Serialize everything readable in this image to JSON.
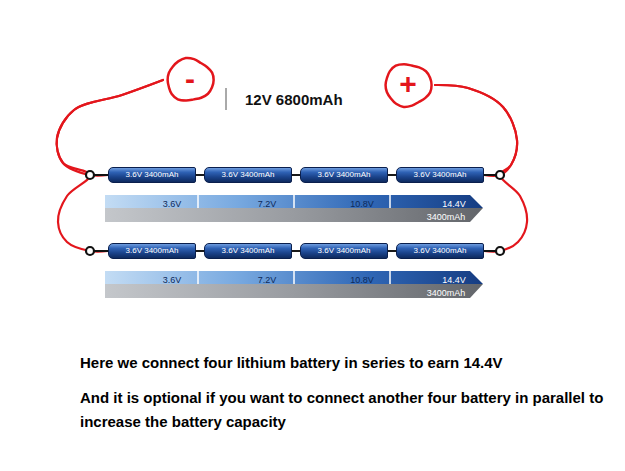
{
  "diagram": {
    "title": "12V 6800mAh",
    "nodes": [
      {
        "text": [
          "-"
        ]
      },
      {
        "text": [
          "+"
        ]
      },
      {
        "text": [
          "3.6V 3400mAh"
        ]
      },
      {
        "text": [
          "3.6V 3400mAh"
        ]
      },
      {
        "text": [
          "3.6V 3400mAh"
        ]
      },
      {
        "text": [
          "3.6V 3400mAh"
        ]
      },
      {
        "text": [
          "3.6V 3400mAh"
        ]
      },
      {
        "text": [
          "3.6V 3400mAh"
        ]
      },
      {
        "text": [
          "3.6V 3400mAh"
        ]
      },
      {
        "text": [
          "3.6V 3400mAh"
        ]
      }
    ],
    "edges": [
      {
        "from": 2,
        "to": 3,
        "arrow": "none"
      },
      {
        "from": 3,
        "to": 4,
        "arrow": "none"
      },
      {
        "from": 4,
        "to": 5,
        "arrow": "none"
      },
      {
        "from": 6,
        "to": 7,
        "arrow": "none"
      },
      {
        "from": 7,
        "to": 8,
        "arrow": "none"
      },
      {
        "from": 8,
        "to": 9,
        "arrow": "none"
      },
      {
        "from": 0,
        "to": 2,
        "arrow": "none"
      },
      {
        "from": 0,
        "to": 6,
        "arrow": "none"
      },
      {
        "from": 1,
        "to": 5,
        "arrow": "none"
      },
      {
        "from": 1,
        "to": 9,
        "arrow": "none"
      }
    ],
    "labels": [
      "3.6V",
      "7.2V",
      "10.8V",
      "14.4V",
      "3400mAh",
      "3.6V",
      "7.2V",
      "10.8V",
      "14.4V",
      "3400mAh",
      "Here we connect four lithium battery in series to earn 14.4V",
      "And it is optional if you want to connect another four battery in parallel to increase the battery capacity"
    ]
  }
}
